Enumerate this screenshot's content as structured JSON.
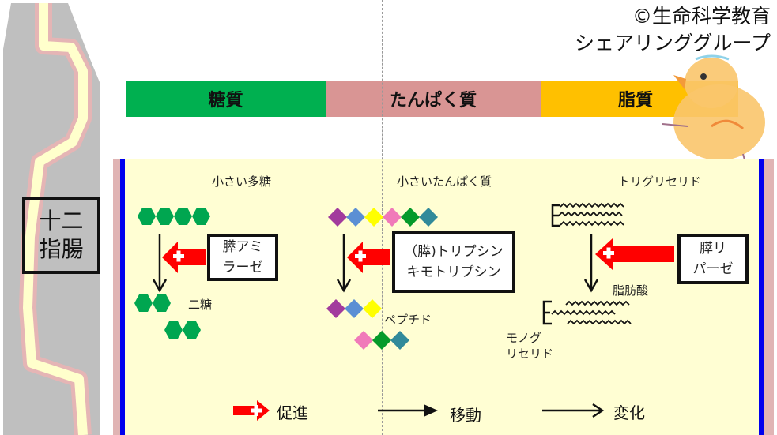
{
  "copyright": {
    "line1": "©生命科学教育",
    "line2": "シェアリンググループ"
  },
  "categories": [
    {
      "label": "糖質",
      "color": "#00b050"
    },
    {
      "label": "たんぱく質",
      "color": "#d99594"
    },
    {
      "label": "脂質",
      "color": "#ffc000"
    }
  ],
  "duodenum": {
    "line1": "十二",
    "line2": "指腸"
  },
  "columns": {
    "carb": {
      "title": "小さい多糖",
      "enzyme_line1": "膵アミ",
      "enzyme_line2": "ラーゼ",
      "product": "二糖",
      "unit_color": "#00a650"
    },
    "protein": {
      "title": "小さいたんぱく質",
      "enzyme_line1": "（膵)トリプシン",
      "enzyme_line2": "キモトリプシン",
      "product": "ペプチド",
      "unit_colors": [
        "#a23b9d",
        "#5b8fd4",
        "#ffff00",
        "#f07ab9",
        "#059a2a",
        "#318a9a"
      ]
    },
    "lipid": {
      "title": "トリグリセリド",
      "enzyme_line1": "膵リ",
      "enzyme_line2": "パーゼ",
      "product_fatty_acid": "脂肪酸",
      "product_mg_line1": "モノグ",
      "product_mg_line2": "リセリド"
    }
  },
  "legend": {
    "promote": "促進",
    "move": "移動",
    "change": "変化"
  },
  "colors": {
    "accent_red": "#ff0000",
    "panel_bg": "#fffed3",
    "membrane_blue": "#0000ee",
    "membrane_pink": "#e0b4b4",
    "intestine_gray": "#bfbfbf",
    "lumen_yellow": "#ffffcc"
  }
}
